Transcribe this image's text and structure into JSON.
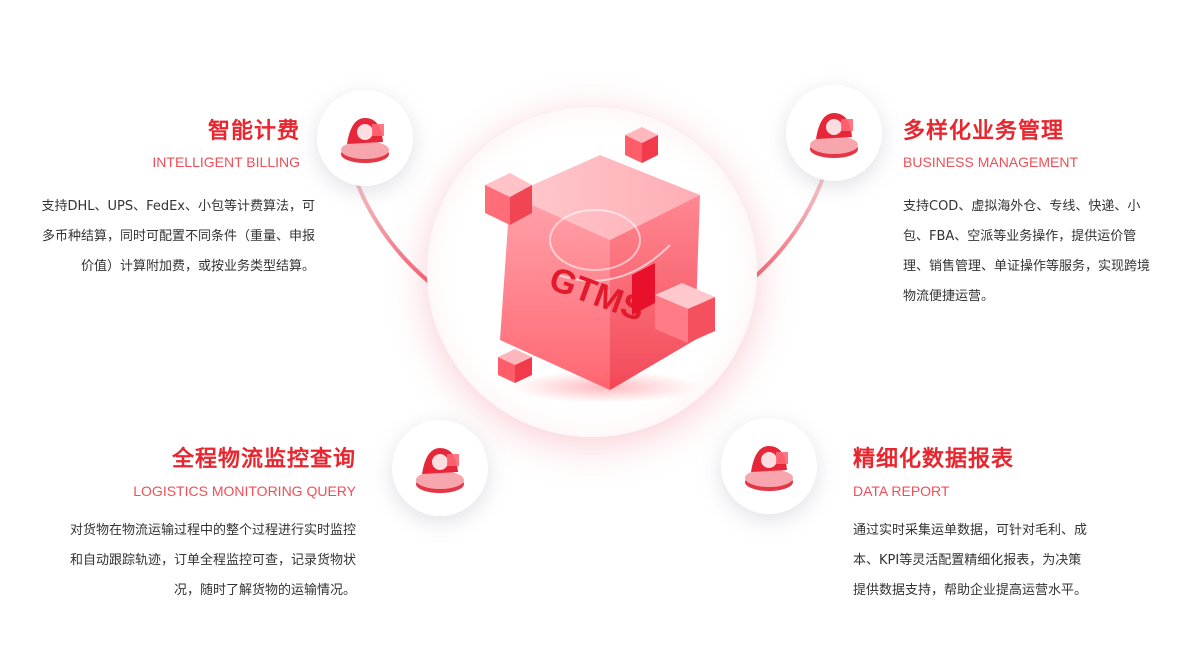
{
  "center": {
    "label": "GTMS"
  },
  "features": [
    {
      "title": "智能计费",
      "subtitle": "INTELLIGENT BILLING",
      "lines": [
        "支持DHL、UPS、FedEx、小包等计费算法，可",
        "多币种结算，同时可配置不同条件（重量、申报",
        "价值）计算附加费，或按业务类型结算。"
      ]
    },
    {
      "title": "多样化业务管理",
      "subtitle": "BUSINESS MANAGEMENT",
      "lines": [
        "支持COD、虚拟海外仓、专线、快递、小",
        "包、FBA、空派等业务操作，提供运价管",
        "理、销售管理、单证操作等服务，实现跨境",
        "物流便捷运营。"
      ]
    },
    {
      "title": "全程物流监控查询",
      "subtitle": "LOGISTICS MONITORING QUERY",
      "lines": [
        "对货物在物流运输过程中的整个过程进行实时监控",
        "和自动跟踪轨迹，订单全程监控可查，记录货物状",
        "况，随时了解货物的运输情况。"
      ]
    },
    {
      "title": "精细化数据报表",
      "subtitle": "DATA REPORT",
      "lines": [
        "通过实时采集运单数据，可针对毛利、成",
        "本、KPI等灵活配置精细化报表，为决策",
        "提供数据支持，帮助企业提高运营水平。"
      ]
    }
  ],
  "colors": {
    "accent": "#e8262f",
    "subtitle": "#ef4f58",
    "text": "#333333"
  }
}
